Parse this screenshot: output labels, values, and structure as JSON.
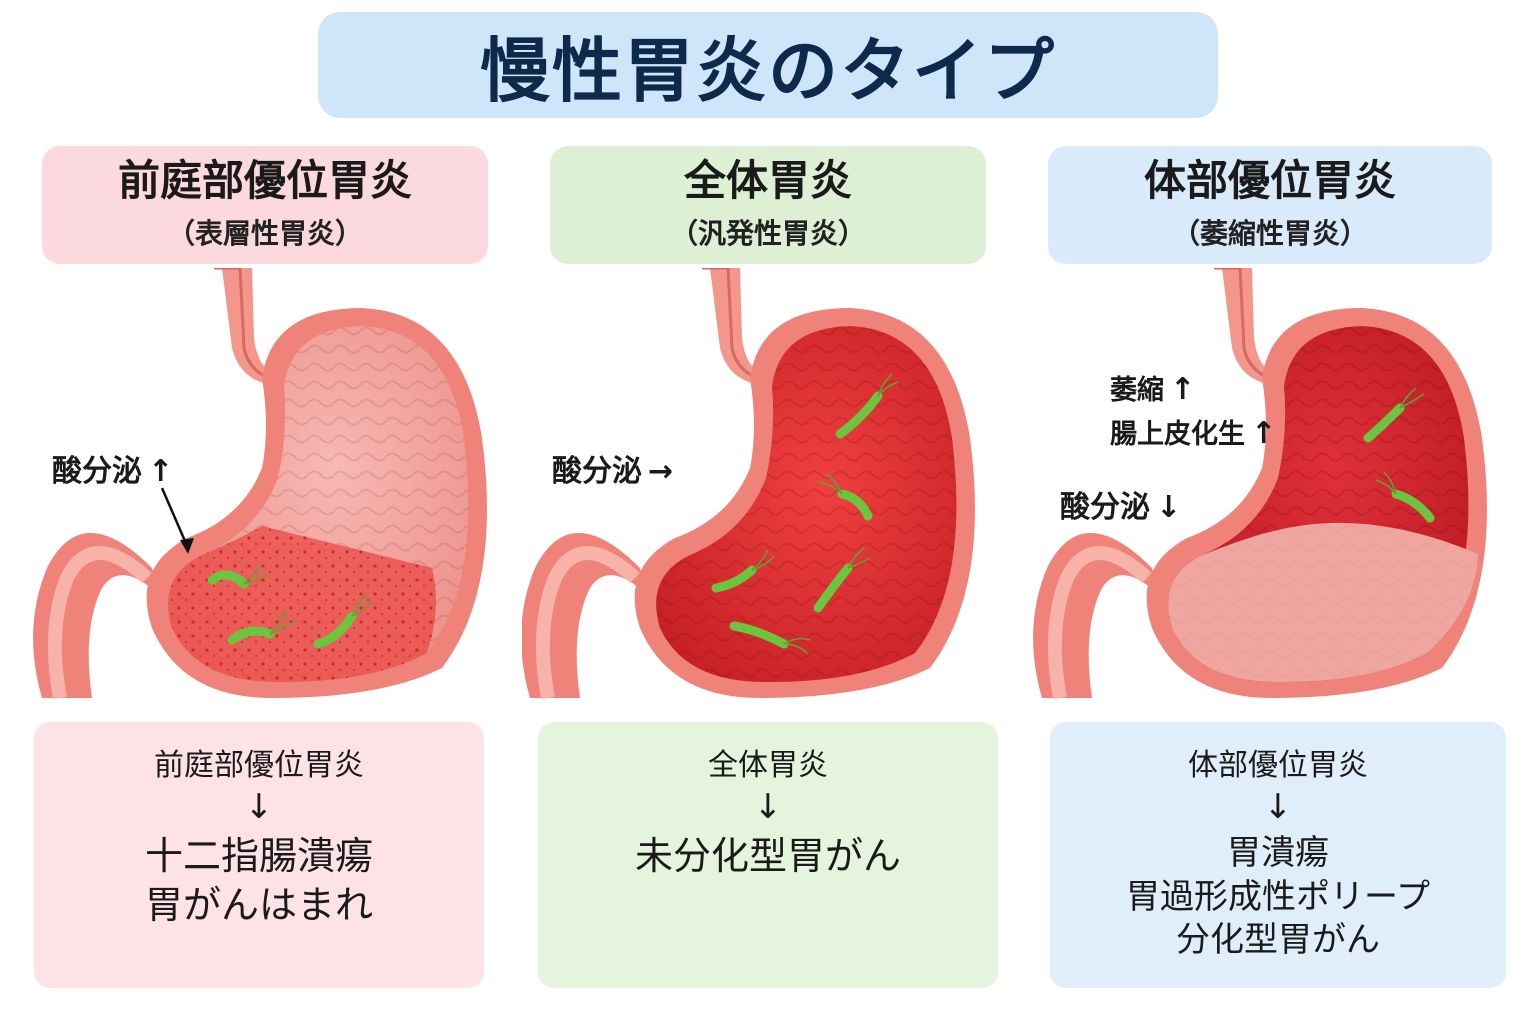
{
  "title": "慢性胃炎のタイプ",
  "columns": [
    {
      "name": "前庭部優位胃炎",
      "subtitle": "（表層性胃炎）",
      "annotations": [
        {
          "text": "酸分泌",
          "arrow": "↑"
        }
      ],
      "result_from": "前庭部優位胃炎",
      "result_arrow": "↓",
      "result_to": [
        "十二指腸潰瘍",
        "胃がんはまれ"
      ]
    },
    {
      "name": "全体胃炎",
      "subtitle": "（汎発性胃炎）",
      "annotations": [
        {
          "text": "酸分泌",
          "arrow": "→"
        }
      ],
      "result_from": "全体胃炎",
      "result_arrow": "↓",
      "result_to": [
        "未分化型胃がん"
      ]
    },
    {
      "name": "体部優位胃炎",
      "subtitle": "（萎縮性胃炎）",
      "annotations": [
        {
          "text": "萎縮",
          "arrow": "↑"
        },
        {
          "text": "腸上皮化生",
          "arrow": "↑"
        },
        {
          "text": "酸分泌",
          "arrow": "↓"
        }
      ],
      "result_from": "体部優位胃炎",
      "result_arrow": "↓",
      "result_to": [
        "胃潰瘍",
        "胃過形成性ポリープ",
        "分化型胃がん"
      ]
    }
  ],
  "colors": {
    "title_bg": "#cfe6fa",
    "title_text": "#0d2a4d",
    "pink": "#fbd9de",
    "green": "#ddf0d4",
    "blue": "#d9ebfa",
    "stomach_wall": "#f08a80",
    "mucosa_light": "#f4a8a4",
    "mucosa_red": "#d82a2a",
    "bacteria": "#7ed957"
  },
  "icons": [
    "helicobacter-pylori-icon",
    "stomach-illustration"
  ]
}
